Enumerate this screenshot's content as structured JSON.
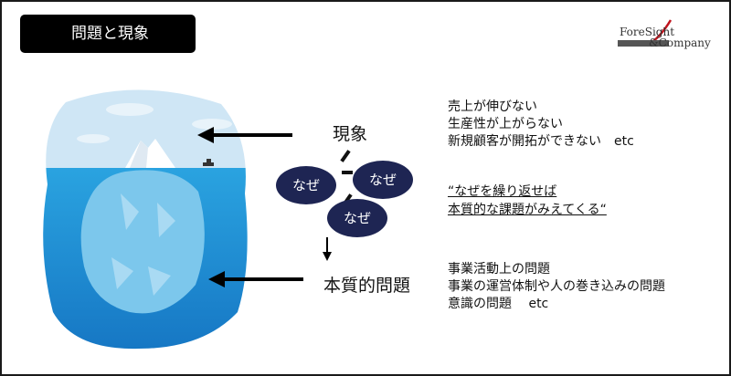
{
  "header": {
    "title": "問題と現象"
  },
  "logo": {
    "line1": "ForeSight",
    "line2": "&Company"
  },
  "labels": {
    "phenomenon": "現象",
    "root_problem": "本質的問題"
  },
  "why_bubbles": [
    "なぜ",
    "なぜ",
    "なぜ"
  ],
  "phenomena_examples": [
    "売上が伸びない",
    "生産性が上がらない",
    "新規顧客が開拓ができない　etc"
  ],
  "quote": [
    "“なぜを繰り返せば",
    "本質的な課題がみえてくる“"
  ],
  "problem_examples": [
    "事業活動上の問題",
    "事業の運営体制や人の巻き込みの問題",
    "意識の問題　 etc"
  ],
  "colors": {
    "title_bg": "#000000",
    "bubble": "#1e2553",
    "sky": "#cfe6f5",
    "sea": "#1e9ad8"
  }
}
